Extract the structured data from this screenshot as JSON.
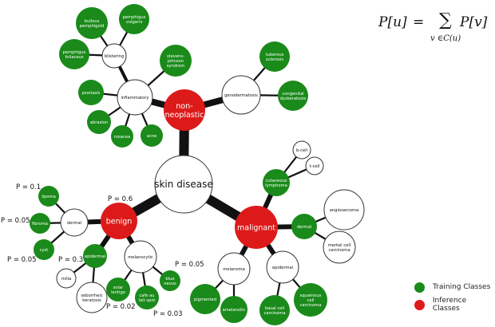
{
  "formula": {
    "lhs": "P[u]",
    "eq": "=",
    "sum": "∑",
    "sub": "v ∈C(u)",
    "rhs": "P[v]"
  },
  "colors": {
    "training": "#1a8a1a",
    "inference": "#dd1a1a",
    "internal": "#ffffff",
    "edge": "#111111",
    "stroke": "#333333"
  },
  "legend": [
    {
      "label": "Training Classes",
      "color": "#1a8a1a"
    },
    {
      "label": "Inference Classes",
      "color": "#dd1a1a"
    }
  ],
  "nodes": [
    {
      "id": "skin-disease",
      "label": [
        "skin disease"
      ],
      "type": "internal"
    },
    {
      "id": "non-neoplastic",
      "label": [
        "non-",
        "neoplastic"
      ],
      "type": "inference"
    },
    {
      "id": "benign",
      "label": [
        "benign"
      ],
      "type": "inference"
    },
    {
      "id": "malignant",
      "label": [
        "malignant"
      ],
      "type": "inference"
    },
    {
      "id": "inflammatory",
      "label": [
        "inflammatory"
      ],
      "type": "internal"
    },
    {
      "id": "genodermatosis",
      "label": [
        "genodermatosis"
      ],
      "type": "internal"
    },
    {
      "id": "blistering",
      "label": [
        "blistering"
      ],
      "type": "internal"
    },
    {
      "id": "bullous-pemphigoid",
      "label": [
        "bullous",
        "pemphigoid"
      ],
      "type": "training"
    },
    {
      "id": "pemphigus-vulgaris",
      "label": [
        "pemphigus",
        "vulgaris"
      ],
      "type": "training"
    },
    {
      "id": "pemphigus-foliaceus",
      "label": [
        "pemphigus",
        "foliaceus"
      ],
      "type": "training"
    },
    {
      "id": "stevens-johnson",
      "label": [
        "stevens-",
        "johnson",
        "syndrom"
      ],
      "type": "training"
    },
    {
      "id": "psoriasis",
      "label": [
        "psoriasis"
      ],
      "type": "training"
    },
    {
      "id": "abrasion",
      "label": [
        "abrasion"
      ],
      "type": "training"
    },
    {
      "id": "rosacea",
      "label": [
        "rosacea"
      ],
      "type": "training"
    },
    {
      "id": "acne",
      "label": [
        "acne"
      ],
      "type": "training"
    },
    {
      "id": "tuberous-sclerosis",
      "label": [
        "tuberous",
        "sclerosis"
      ],
      "type": "training"
    },
    {
      "id": "congenital-dyskeratosis",
      "label": [
        "congenital",
        "dyskeratosis"
      ],
      "type": "training"
    },
    {
      "id": "dermal-benign",
      "label": [
        "dermal"
      ],
      "type": "internal"
    },
    {
      "id": "epidermal-benign",
      "label": [
        "epidermal"
      ],
      "type": "training"
    },
    {
      "id": "melanocytic",
      "label": [
        "melanocytic"
      ],
      "type": "internal"
    },
    {
      "id": "lipoma",
      "label": [
        "lipoma"
      ],
      "type": "training"
    },
    {
      "id": "fibroma",
      "label": [
        "fibroma"
      ],
      "type": "training"
    },
    {
      "id": "cyst",
      "label": [
        "cyst"
      ],
      "type": "training"
    },
    {
      "id": "milia",
      "label": [
        "milia"
      ],
      "type": "internal"
    },
    {
      "id": "seborrheic-keratosis",
      "label": [
        "seborrheic",
        "keratosis"
      ],
      "type": "internal"
    },
    {
      "id": "solar-lentigo",
      "label": [
        "solar",
        "lentigo"
      ],
      "type": "training"
    },
    {
      "id": "cafe-au-lait",
      "label": [
        "cafe au",
        "lait spot"
      ],
      "type": "training"
    },
    {
      "id": "blue-nevus",
      "label": [
        "blue",
        "nevus"
      ],
      "type": "training"
    },
    {
      "id": "cutaneous-lymphoma",
      "label": [
        "cutaneous",
        "lymphoma"
      ],
      "type": "training"
    },
    {
      "id": "b-cell",
      "label": [
        "b-cell"
      ],
      "type": "internal"
    },
    {
      "id": "t-cell",
      "label": [
        "t-cell"
      ],
      "type": "internal"
    },
    {
      "id": "dermal-malignant",
      "label": [
        "dermal"
      ],
      "type": "training"
    },
    {
      "id": "angiosarcoma",
      "label": [
        "angiosarcoma"
      ],
      "type": "internal"
    },
    {
      "id": "merkel-cell",
      "label": [
        "merkel cell",
        "carcinoma"
      ],
      "type": "internal"
    },
    {
      "id": "melanoma",
      "label": [
        "melanoma"
      ],
      "type": "internal"
    },
    {
      "id": "epidermal-malignant",
      "label": [
        "epidermal"
      ],
      "type": "internal"
    },
    {
      "id": "pigmented",
      "label": [
        "pigmented"
      ],
      "type": "training"
    },
    {
      "id": "amelanotic",
      "label": [
        "amelanotic"
      ],
      "type": "training"
    },
    {
      "id": "basal-cell-carcinoma",
      "label": [
        "basal cell",
        "carcinoma"
      ],
      "type": "training"
    },
    {
      "id": "squamous-cell-carcinoma",
      "label": [
        "squamous",
        "cell",
        "carcinoma"
      ],
      "type": "training"
    }
  ],
  "edges": [
    [
      "skin-disease",
      "non-neoplastic"
    ],
    [
      "skin-disease",
      "benign"
    ],
    [
      "skin-disease",
      "malignant"
    ],
    [
      "non-neoplastic",
      "inflammatory"
    ],
    [
      "non-neoplastic",
      "genodermatosis"
    ],
    [
      "inflammatory",
      "blistering"
    ],
    [
      "inflammatory",
      "stevens-johnson"
    ],
    [
      "inflammatory",
      "psoriasis"
    ],
    [
      "inflammatory",
      "abrasion"
    ],
    [
      "inflammatory",
      "rosacea"
    ],
    [
      "inflammatory",
      "acne"
    ],
    [
      "blistering",
      "bullous-pemphigoid"
    ],
    [
      "blistering",
      "pemphigus-vulgaris"
    ],
    [
      "blistering",
      "pemphigus-foliaceus"
    ],
    [
      "genodermatosis",
      "tuberous-sclerosis"
    ],
    [
      "genodermatosis",
      "congenital-dyskeratosis"
    ],
    [
      "benign",
      "dermal-benign"
    ],
    [
      "benign",
      "epidermal-benign"
    ],
    [
      "benign",
      "melanocytic"
    ],
    [
      "dermal-benign",
      "lipoma"
    ],
    [
      "dermal-benign",
      "fibroma"
    ],
    [
      "dermal-benign",
      "cyst"
    ],
    [
      "epidermal-benign",
      "milia"
    ],
    [
      "epidermal-benign",
      "seborrheic-keratosis"
    ],
    [
      "melanocytic",
      "solar-lentigo"
    ],
    [
      "melanocytic",
      "cafe-au-lait"
    ],
    [
      "melanocytic",
      "blue-nevus"
    ],
    [
      "malignant",
      "cutaneous-lymphoma"
    ],
    [
      "malignant",
      "dermal-malignant"
    ],
    [
      "malignant",
      "melanoma"
    ],
    [
      "malignant",
      "epidermal-malignant"
    ],
    [
      "cutaneous-lymphoma",
      "b-cell"
    ],
    [
      "cutaneous-lymphoma",
      "t-cell"
    ],
    [
      "dermal-malignant",
      "angiosarcoma"
    ],
    [
      "dermal-malignant",
      "merkel-cell"
    ],
    [
      "melanoma",
      "pigmented"
    ],
    [
      "melanoma",
      "amelanotic"
    ],
    [
      "epidermal-malignant",
      "basal-cell-carcinoma"
    ],
    [
      "epidermal-malignant",
      "squamous-cell-carcinoma"
    ]
  ],
  "probabilities": [
    {
      "id": "p-benign",
      "text": "P = 0.6"
    },
    {
      "id": "p-lipoma",
      "text": "P = 0.1"
    },
    {
      "id": "p-fibroma",
      "text": "P = 0.05"
    },
    {
      "id": "p-cyst",
      "text": "P = 0.05"
    },
    {
      "id": "p-epidermal",
      "text": "P = 0.3"
    },
    {
      "id": "p-blue-nevus",
      "text": "P = 0.05"
    },
    {
      "id": "p-solar-lentigo",
      "text": "P = 0.02"
    },
    {
      "id": "p-cafe-au-lait",
      "text": "P = 0.03"
    }
  ]
}
